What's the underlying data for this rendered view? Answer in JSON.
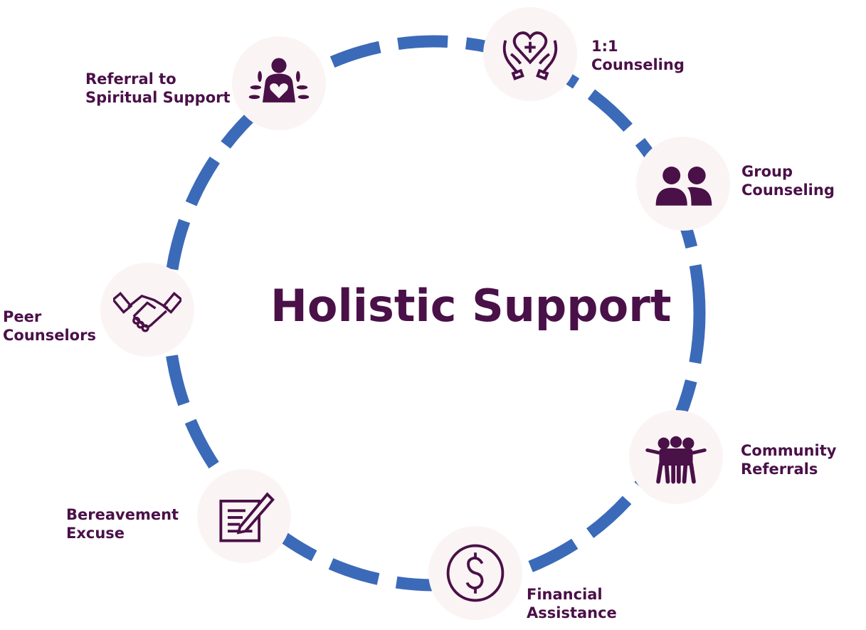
{
  "title": "Holistic Support",
  "colors": {
    "purple": "#4a1048",
    "blue": "#3b6ab8",
    "node_bg": "#fbf4f4"
  },
  "nodes": [
    {
      "label": "Referral to\nSpiritual Support",
      "icon": "person-heart-leaves-icon"
    },
    {
      "label": "1:1\nCounseling",
      "icon": "hands-heart-plus-icon"
    },
    {
      "label": "Group\nCounseling",
      "icon": "two-people-icon"
    },
    {
      "label": "Community\nReferrals",
      "icon": "group-embrace-icon"
    },
    {
      "label": "Financial\nAssistance",
      "icon": "dollar-coin-icon"
    },
    {
      "label": "Bereavement\nExcuse",
      "icon": "document-pen-icon"
    },
    {
      "label": "Peer\nCounselors",
      "icon": "handshake-icon"
    }
  ]
}
